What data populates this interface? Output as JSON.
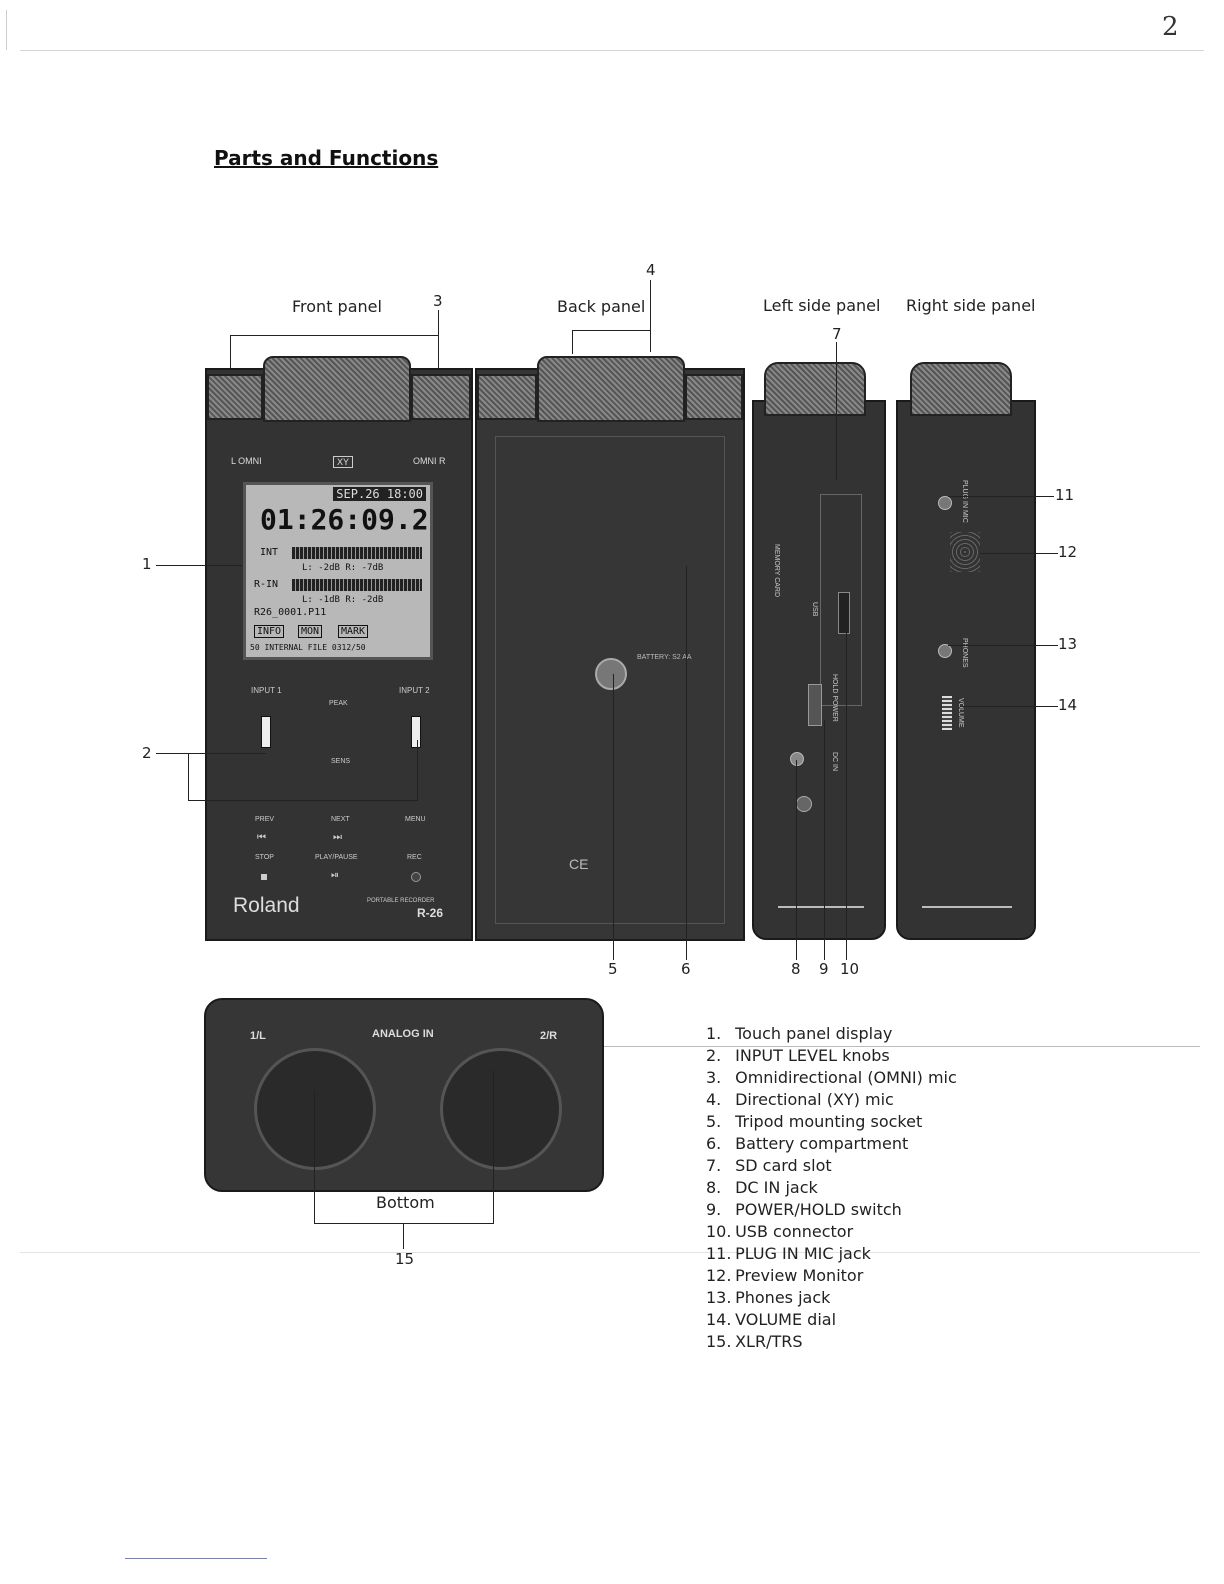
{
  "page": {
    "number": "2"
  },
  "heading": "Parts and Functions",
  "panel_labels": {
    "front": "Front panel",
    "back": "Back panel",
    "left": "Left side panel",
    "right": "Right side panel",
    "bottom": "Bottom"
  },
  "callouts": [
    "1",
    "2",
    "3",
    "4",
    "5",
    "6",
    "7",
    "8",
    "9",
    "10",
    "11",
    "12",
    "13",
    "14",
    "15"
  ],
  "device_text": {
    "lcd_date": "SEP.26 18:00",
    "lcd_time": "01:26:09.2",
    "lcd_int": "INT",
    "lcd_rin": "R-IN",
    "lcd_level1": "L: -2dB R: -7dB",
    "lcd_level2": "L: -1dB R: -2dB",
    "lcd_file": "R26_0001.P11",
    "lcd_buttons": [
      "INFO",
      "MON",
      "MARK"
    ],
    "lcd_status": "50 INTERNAL FILE 0312/50",
    "omni_l": "L OMNI",
    "xy": "XY",
    "omni_r": "OMNI R",
    "input1": "INPUT 1",
    "input2": "INPUT 2",
    "peak": "PEAK",
    "sens": "SENS",
    "prev": "PREV",
    "next": "NEXT",
    "menu": "MENU",
    "stop": "STOP",
    "playpause": "PLAY/PAUSE",
    "rec": "REC",
    "brand": "Roland",
    "model_label": "PORTABLE RECORDER",
    "model": "R-26",
    "battery": "BATTERY: S2 AA",
    "memory_card": "MEMORY CARD",
    "usb": "USB",
    "hold_power": "HOLD POWER",
    "dc_in": "DC IN",
    "plugin_mic": "PLUG IN MIC",
    "phones": "PHONES",
    "volume": "VOLUME",
    "analog_in": "ANALOG IN",
    "ch1": "1/L",
    "ch2": "2/R"
  },
  "legend": [
    {
      "num": "1.",
      "text": "Touch panel display"
    },
    {
      "num": "2.",
      "text": "INPUT LEVEL knobs"
    },
    {
      "num": "3.",
      "text": "Omnidirectional (OMNI) mic"
    },
    {
      "num": "4.",
      "text": "Directional (XY) mic"
    },
    {
      "num": "5.",
      "text": "Tripod mounting socket"
    },
    {
      "num": "6.",
      "text": "Battery compartment"
    },
    {
      "num": "7.",
      "text": "SD card slot"
    },
    {
      "num": "8.",
      "text": "DC IN jack"
    },
    {
      "num": "9.",
      "text": "POWER/HOLD switch"
    },
    {
      "num": "10.",
      "text": "USB connector"
    },
    {
      "num": "11.",
      "text": "PLUG IN MIC jack"
    },
    {
      "num": "12.",
      "text": "Preview Monitor"
    },
    {
      "num": "13.",
      "text": "Phones jack"
    },
    {
      "num": "14.",
      "text": "VOLUME dial"
    },
    {
      "num": "15.",
      "text": "XLR/TRS"
    }
  ]
}
